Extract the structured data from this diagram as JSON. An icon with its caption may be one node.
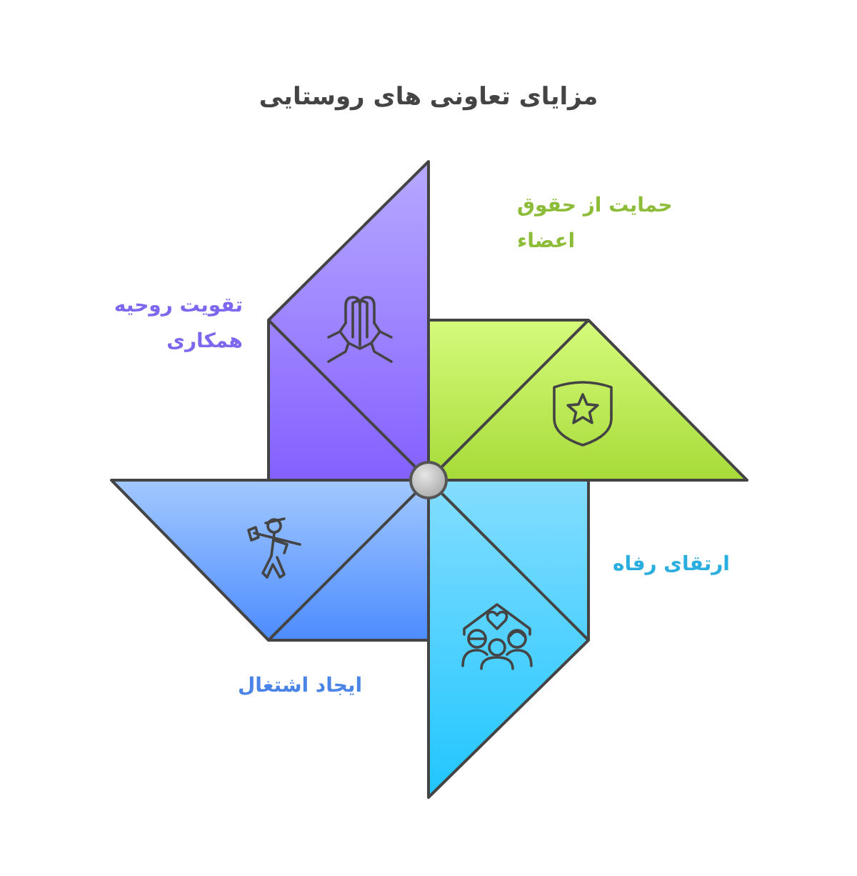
{
  "diagram": {
    "title": "مزایای تعاونی های روستایی",
    "nodes": [
      {
        "text": [
          "تقویت روحیه همکاری"
        ]
      },
      {
        "text": [
          "حمایت از حقوق اعضاء"
        ]
      },
      {
        "text": [
          "ارتقای رفاه"
        ]
      },
      {
        "text": [
          "ایجاد اشتغال"
        ]
      }
    ]
  }
}
